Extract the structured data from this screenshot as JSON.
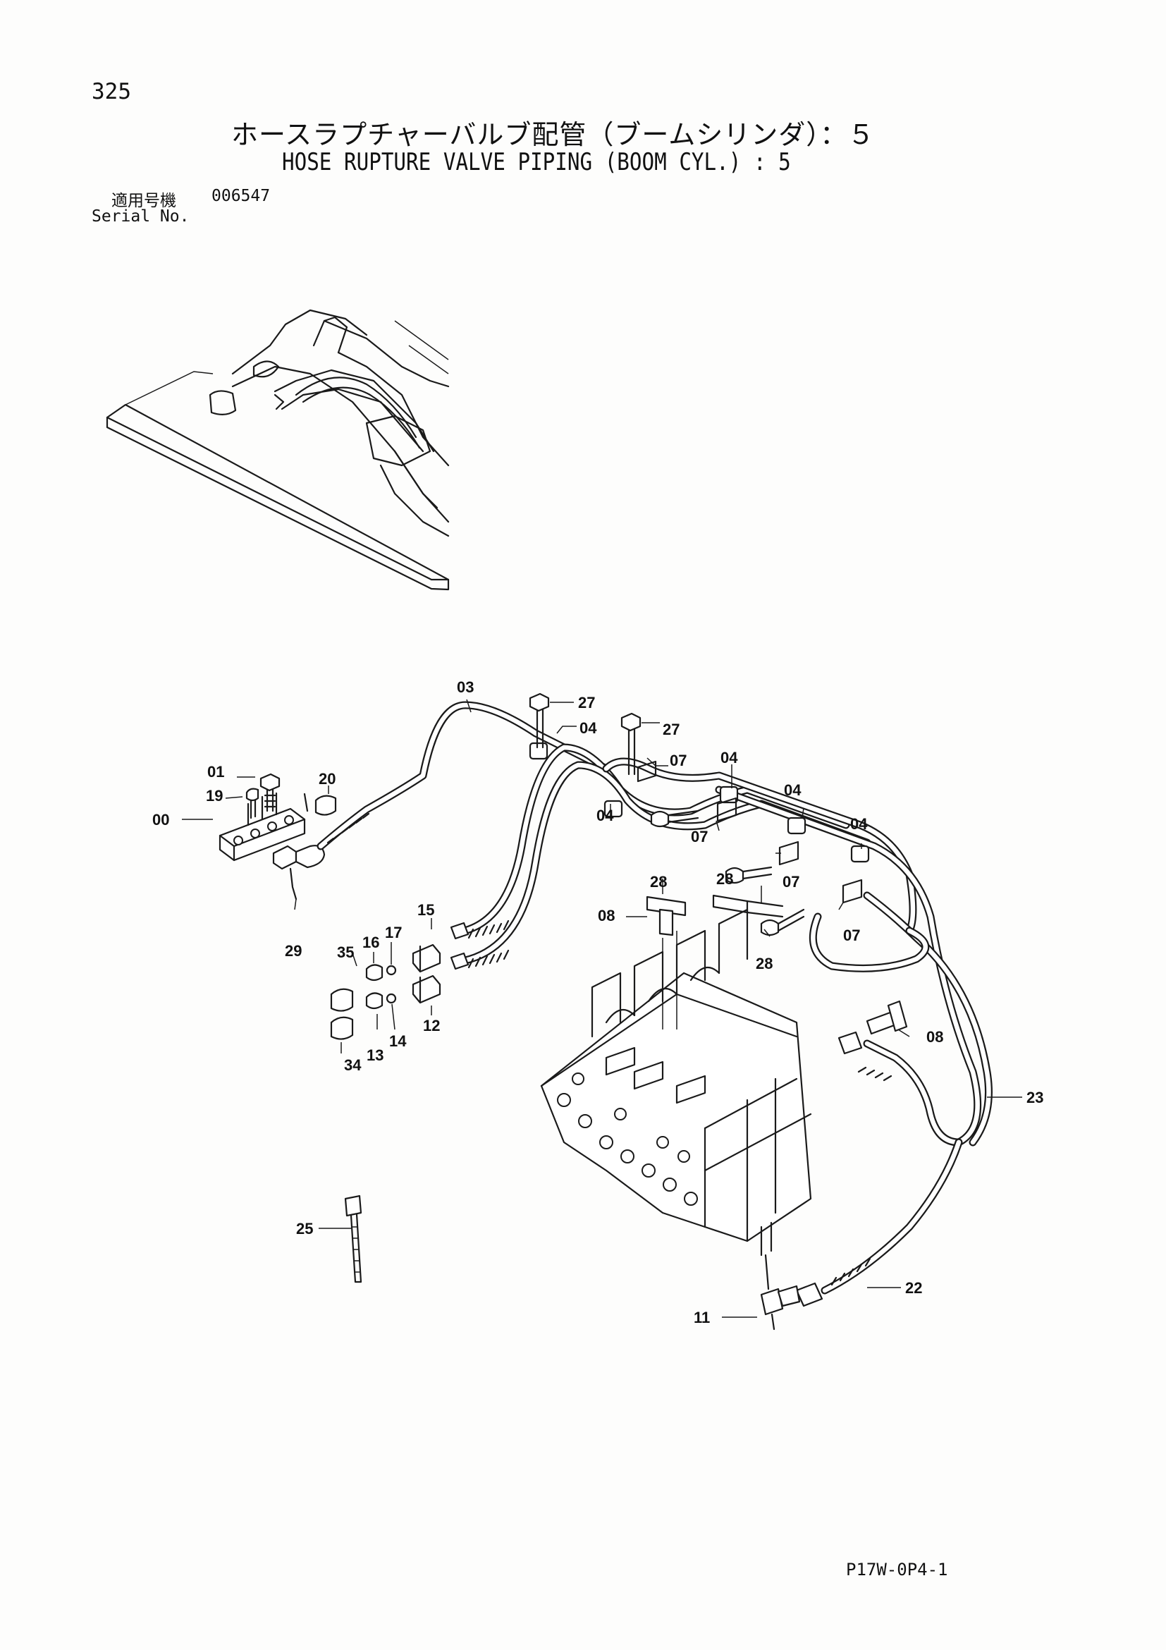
{
  "page_number": "325",
  "title_jp": "ホースラプチャーバルブ配管（ブームシリンダ）：５",
  "title_en": "HOSE RUPTURE VALVE PIPING (BOOM CYL.) : 5",
  "serial_label_jp": "適用号機",
  "serial_number": "006547",
  "serial_label_en": "Serial No.",
  "drawing_code": "P17W-0P4-1",
  "callouts": {
    "c00": "00",
    "c01": "01",
    "c03": "03",
    "c04a": "04",
    "c04b": "04",
    "c04c": "04",
    "c04d": "04",
    "c04e": "04",
    "c07a": "07",
    "c07b": "07",
    "c07c": "07",
    "c07d": "07",
    "c08a": "08",
    "c08b": "08",
    "c11": "11",
    "c12": "12",
    "c13": "13",
    "c14": "14",
    "c15": "15",
    "c16": "16",
    "c17": "17",
    "c19": "19",
    "c20": "20",
    "c22": "22",
    "c23": "23",
    "c25": "25",
    "c27a": "27",
    "c27b": "27",
    "c28a": "28",
    "c28b": "28",
    "c28c": "28",
    "c29": "29",
    "c34": "34",
    "c35": "35"
  }
}
